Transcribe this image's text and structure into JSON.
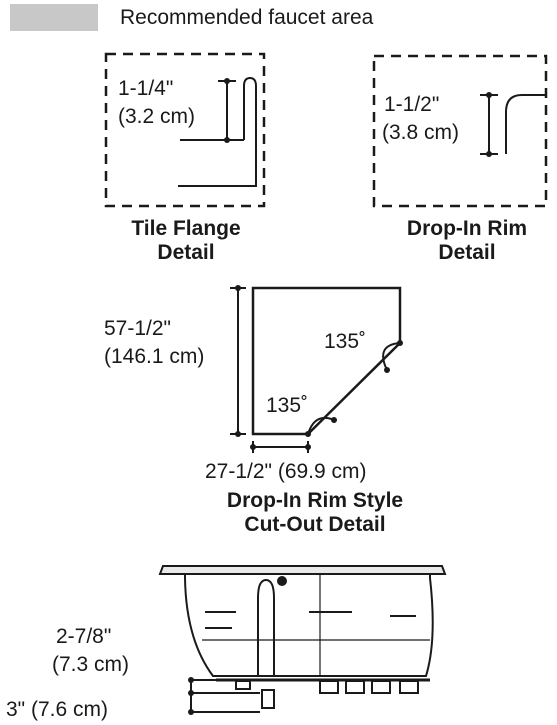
{
  "legend": {
    "swatch_color": "#c8c8c8",
    "text": "Recommended faucet area"
  },
  "tile_flange": {
    "dim_imperial": "1-1/4\"",
    "dim_metric": "(3.2 cm)",
    "title_line1": "Tile Flange",
    "title_line2": "Detail"
  },
  "drop_in_rim": {
    "dim_imperial": "1-1/2\"",
    "dim_metric": "(3.8 cm)",
    "title_line1": "Drop-In Rim",
    "title_line2": "Detail"
  },
  "cutout": {
    "height_imperial": "57-1/2\"",
    "height_metric": "(146.1 cm)",
    "angle_upper": "135˚",
    "angle_lower": "135˚",
    "width_label": "27-1/2\" (69.9 cm)",
    "title_line1": "Drop-In Rim Style",
    "title_line2": "Cut-Out Detail"
  },
  "tub_section": {
    "dim1_imperial": "2-7/8\"",
    "dim1_metric": "(7.3 cm)",
    "dim2_label": "3\" (7.6 cm)"
  }
}
